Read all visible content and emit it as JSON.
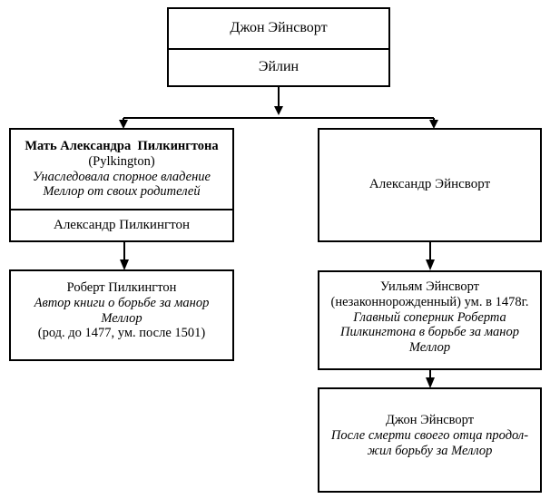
{
  "diagram": {
    "title": "Генеалогическая схема: Эйнсворты и Пилкингтоны",
    "type": "family-tree",
    "colors": {
      "stroke": "#000000",
      "background": "#ffffff",
      "text": "#000000"
    }
  },
  "nodes": {
    "john_ainsworth": {
      "id": "john-ainsworth",
      "name_line": "Джон Эйнсворт",
      "spouse_line": "Эйлин"
    },
    "mother_pilkington": {
      "id": "mother-pilkington",
      "line1": "Мать Александра  Пилкингтона",
      "line2": "(Pylkington)",
      "line3": "Унаследовала спорное владение",
      "line4": "Меллор от своих родителей",
      "son_line": "Александр Пилкингтон"
    },
    "alexander_ainsworth": {
      "id": "alexander-ainsworth",
      "line1": "Александр Эйнсворт"
    },
    "robert_pilkington": {
      "id": "robert-pilkington",
      "line1": "Роберт Пилкингтон",
      "line2": "Автор книги о борьбе за манор",
      "line3": "Меллор",
      "line4": "(род. до 1477, ум. после 1501)"
    },
    "william_ainsworth": {
      "id": "william-ainsworth",
      "line1": "Уильям Эйнсворт",
      "line2": "(незаконнорожденный) ум. в 1478г.",
      "line3": "Главный соперник Роберта",
      "line4": "Пилкингтона в борьбе за манор",
      "line5": "Меллор"
    },
    "john_ainsworth_jr": {
      "id": "john-ainsworth-jr",
      "line1": "Джон Эйнсворт",
      "line2": "После смерти своего отца продол-",
      "line3": "жил борьбу за Меллор"
    }
  },
  "connectors": [
    {
      "name": "parent-to-split",
      "from": "john_ainsworth",
      "to": "split-bar"
    },
    {
      "name": "split-to-mother-pilkington",
      "from": "split-bar",
      "to": "mother_pilkington"
    },
    {
      "name": "split-to-alexander-ainsworth",
      "from": "split-bar",
      "to": "alexander_ainsworth"
    },
    {
      "name": "mother-to-robert",
      "from": "mother_pilkington",
      "to": "robert_pilkington"
    },
    {
      "name": "alexander-to-william",
      "from": "alexander_ainsworth",
      "to": "william_ainsworth"
    },
    {
      "name": "william-to-john-jr",
      "from": "william_ainsworth",
      "to": "john_ainsworth_jr"
    }
  ]
}
